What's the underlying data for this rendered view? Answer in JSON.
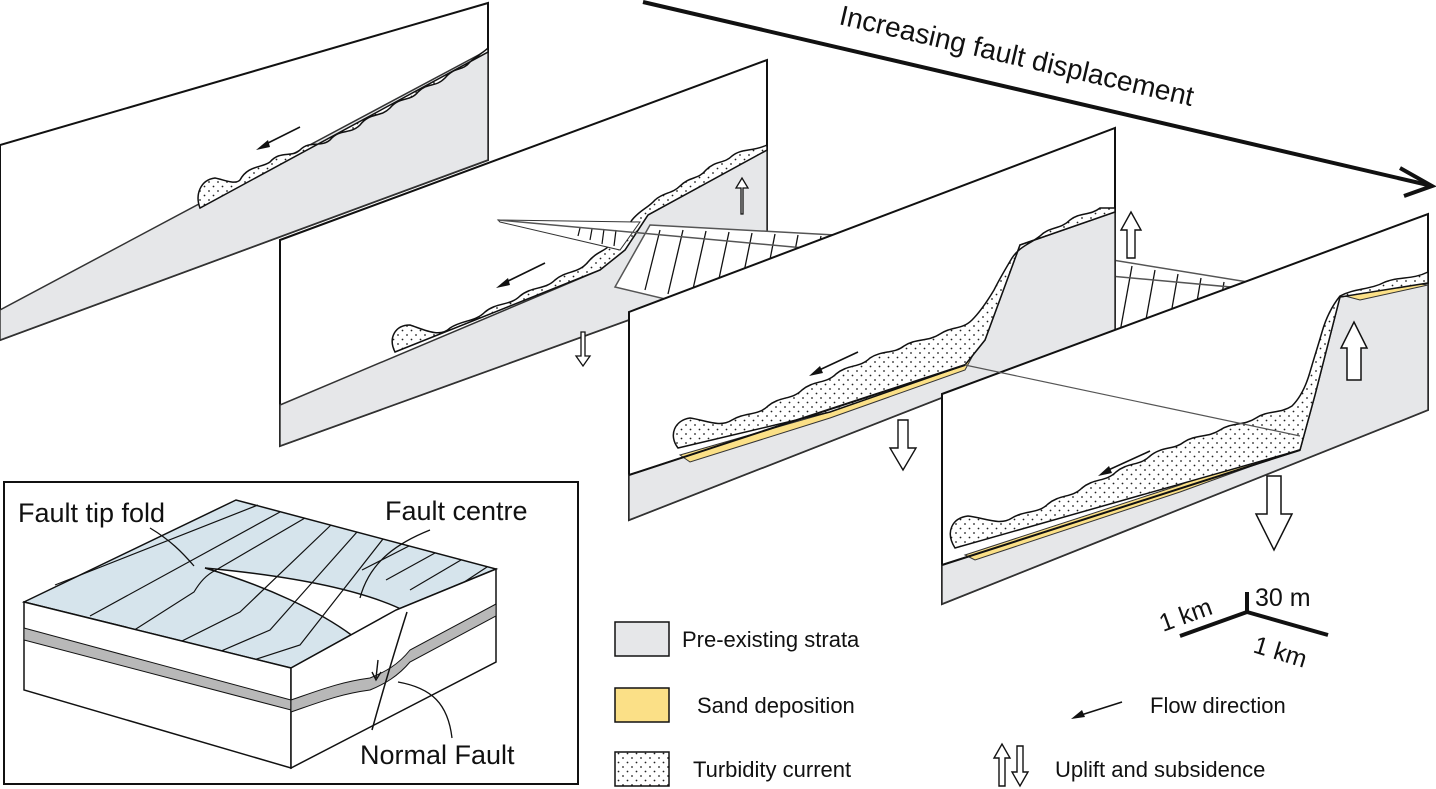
{
  "title": "Increasing fault displacement",
  "inset": {
    "label_tip_fold": "Fault tip fold",
    "label_centre": "Fault centre",
    "label_normal_fault": "Normal Fault"
  },
  "scale_bar": {
    "horizontal_1": "1 km",
    "vertical": "30 m",
    "horizontal_2": "1 km"
  },
  "legend": {
    "pre_existing": "Pre-existing strata",
    "sand": "Sand deposition",
    "turbidity": "Turbidity current",
    "flow": "Flow direction",
    "uplift": "Uplift and subsidence"
  },
  "colors": {
    "strata": "#e6e7e9",
    "sand": "#fbe087",
    "inset_surface": "#d6e4ec",
    "inset_band": "#b8b8b8",
    "ink": "#111111"
  }
}
